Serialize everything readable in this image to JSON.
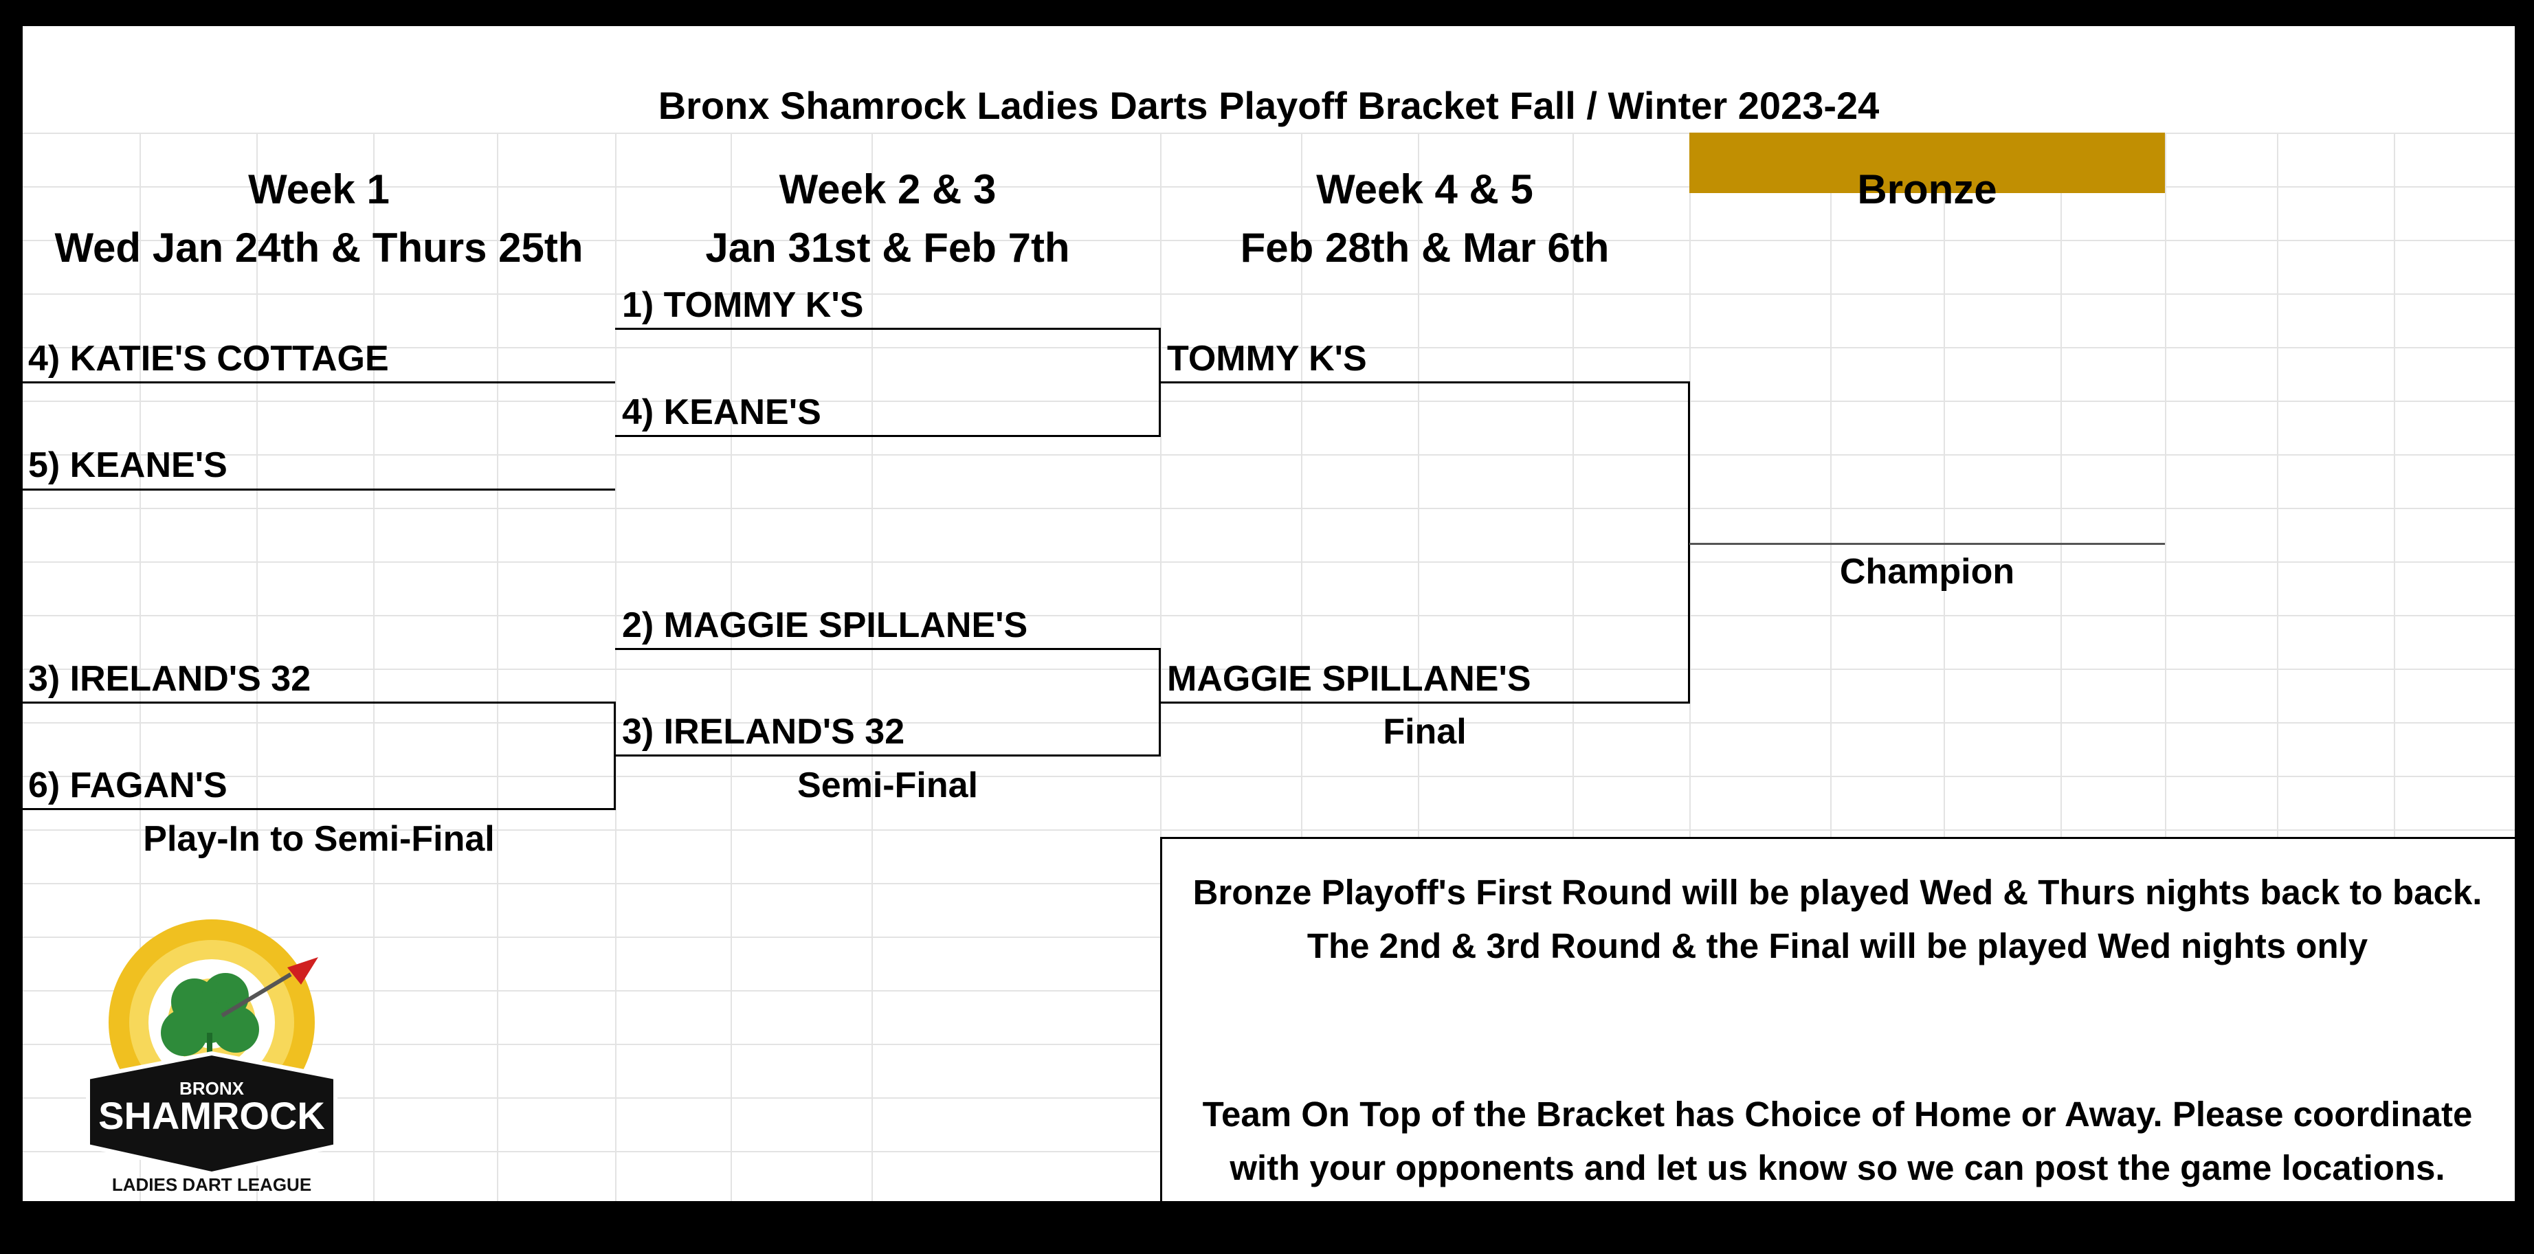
{
  "title": "Bronx Shamrock Ladies Darts Playoff Bracket Fall / Winter 2023-24",
  "columns": [
    {
      "week": "Week 1",
      "dates": "Wed Jan 24th & Thurs 25th"
    },
    {
      "week": "Week 2 & 3",
      "dates": "Jan 31st & Feb 7th"
    },
    {
      "week": "Week 4 & 5",
      "dates": "Feb 28th & Mar 6th"
    }
  ],
  "division": {
    "name": "Bronze",
    "color": "#c18f02"
  },
  "round1": {
    "label": "Play-In to Semi-Final",
    "teams": [
      "4) KATIE'S COTTAGE",
      "5) KEANE'S",
      "3) IRELAND'S 32",
      "6) FAGAN'S"
    ]
  },
  "round2": {
    "label": "Semi-Final",
    "teams": [
      "1) TOMMY K'S",
      "4) KEANE'S",
      "2) MAGGIE SPILLANE'S",
      "3) IRELAND'S 32"
    ]
  },
  "round3": {
    "label": "Final",
    "teams": [
      "TOMMY K'S",
      "MAGGIE SPILLANE'S"
    ]
  },
  "champion_label": "Champion",
  "notes": {
    "line1": "Bronze Playoff's First Round will be played Wed & Thurs nights back to back.",
    "line2": "The 2nd & 3rd Round & the Final will be played Wed nights only",
    "line3": "Team On Top of the Bracket has Choice of Home or Away. Please coordinate",
    "line4": "with your opponents and let us know so we can post the game locations."
  },
  "logo": {
    "top_text": "BRONX",
    "main_text": "SHAMROCK",
    "bottom_text": "LADIES DART LEAGUE",
    "colors": {
      "ring": "#f0c020",
      "clover": "#2e8b3a",
      "badge": "#111111",
      "dart": "#d02020"
    }
  }
}
